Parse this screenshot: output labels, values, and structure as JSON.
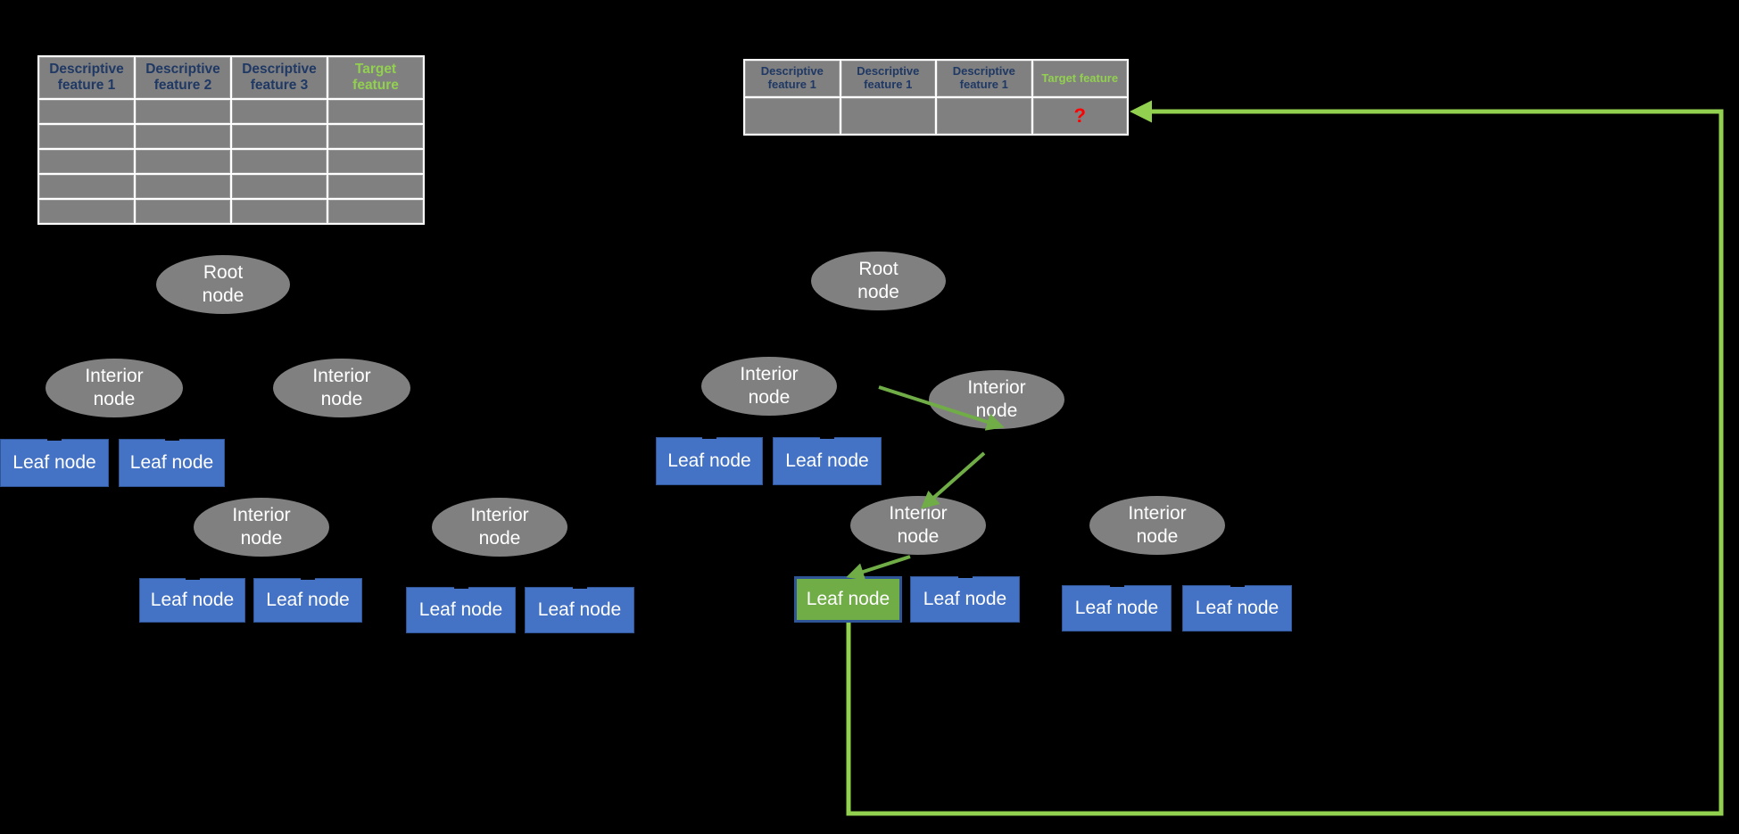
{
  "colors": {
    "background": "#000000",
    "table_cell": "#808080",
    "header_descriptive_text": "#1f3864",
    "header_target_text": "#92d050",
    "question_mark": "#ff0000",
    "node_ellipse": "#808080",
    "leaf_blue": "#4472c4",
    "leaf_selected_green": "#70ad47",
    "arrow_green": "#70ad47",
    "path_green": "#92d050"
  },
  "left_table": {
    "headers": [
      "Descriptive feature 1",
      "Descriptive feature 2",
      "Descriptive feature 3",
      "Target feature"
    ],
    "header_lines": [
      [
        "Descriptive",
        "feature 1"
      ],
      [
        "Descriptive",
        "feature 2"
      ],
      [
        "Descriptive",
        "feature 3"
      ],
      [
        "Target",
        "feature"
      ]
    ],
    "row_count": 5,
    "rows": [
      [
        "",
        "",
        "",
        ""
      ],
      [
        "",
        "",
        "",
        ""
      ],
      [
        "",
        "",
        "",
        ""
      ],
      [
        "",
        "",
        "",
        ""
      ],
      [
        "",
        "",
        "",
        ""
      ]
    ]
  },
  "right_table": {
    "headers": [
      "Descriptive feature 1",
      "Descriptive feature 1",
      "Descriptive feature 1",
      "Target feature"
    ],
    "header_lines": [
      [
        "Descriptive",
        "feature 1"
      ],
      [
        "Descriptive",
        "feature 1"
      ],
      [
        "Descriptive",
        "feature 1"
      ],
      [
        "Target feature"
      ]
    ],
    "row_count": 1,
    "rows": [
      [
        "",
        "",
        "",
        "?"
      ]
    ],
    "query_symbol": "?"
  },
  "left_tree": {
    "root": {
      "label": "Root node",
      "lines": [
        "Root",
        "node"
      ]
    },
    "interior_nodes": [
      {
        "label": "Interior node",
        "lines": [
          "Interior",
          "node"
        ]
      },
      {
        "label": "Interior node",
        "lines": [
          "Interior",
          "node"
        ]
      },
      {
        "label": "Interior node",
        "lines": [
          "Interior",
          "node"
        ]
      },
      {
        "label": "Interior node",
        "lines": [
          "Interior",
          "node"
        ]
      }
    ],
    "leaf_nodes": [
      {
        "label": "Leaf node",
        "selected": false
      },
      {
        "label": "Leaf node",
        "selected": false
      },
      {
        "label": "Leaf node",
        "selected": false
      },
      {
        "label": "Leaf node",
        "selected": false
      },
      {
        "label": "Leaf node",
        "selected": false
      },
      {
        "label": "Leaf node",
        "selected": false
      }
    ]
  },
  "right_tree": {
    "root": {
      "label": "Root node",
      "lines": [
        "Root",
        "node"
      ]
    },
    "interior_nodes": [
      {
        "label": "Interior node",
        "lines": [
          "Interior",
          "node"
        ]
      },
      {
        "label": "Interior node",
        "lines": [
          "Interior",
          "node"
        ]
      },
      {
        "label": "Interior node",
        "lines": [
          "Interior",
          "node"
        ]
      },
      {
        "label": "Interior node",
        "lines": [
          "Interior",
          "node"
        ]
      }
    ],
    "leaf_nodes": [
      {
        "label": "Leaf node",
        "selected": false
      },
      {
        "label": "Leaf node",
        "selected": false
      },
      {
        "label": "Leaf node",
        "selected": true
      },
      {
        "label": "Leaf node",
        "selected": false
      },
      {
        "label": "Leaf node",
        "selected": false
      },
      {
        "label": "Leaf node",
        "selected": false
      }
    ],
    "highlighted_path": "root node -> interior node -> interior node -> selected leaf node -> target feature prediction"
  }
}
